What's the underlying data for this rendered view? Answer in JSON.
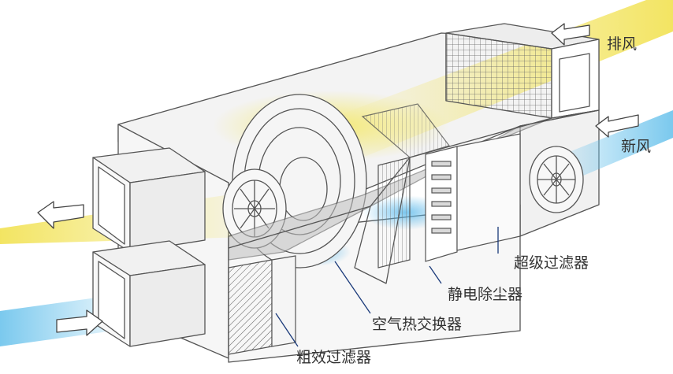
{
  "labels": {
    "exhaust": "排风",
    "fresh_air": "新风",
    "ultra_filter": "超级过滤器",
    "electrostatic": "静电除尘器",
    "heat_exchanger": "空气热交换器",
    "coarse_filter": "粗效过滤器"
  },
  "colors": {
    "warm_air": "#f2e35a",
    "cool_air": "#6cc3ec",
    "outline": "#555555",
    "leader": "#1a3a7a",
    "panel": "#f4f4f4"
  }
}
